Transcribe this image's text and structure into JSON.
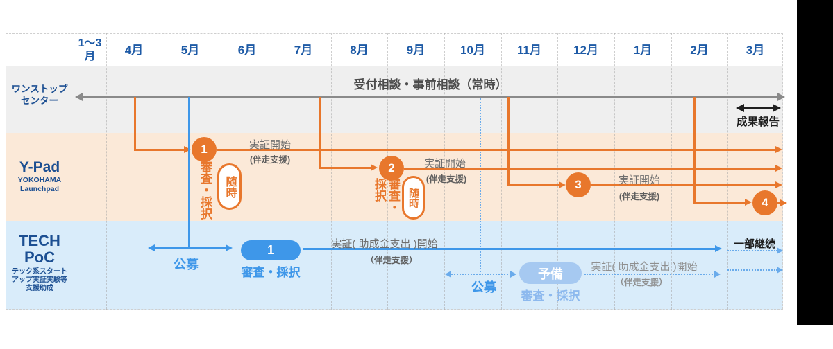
{
  "colors": {
    "accent_orange": "#e8772c",
    "accent_blue": "#3e97e9",
    "light_blue_pill": "#a6c9f1",
    "dotted_blue": "#6aabeb",
    "header_text": "#1d5aa6",
    "onestop_row_bg": "#efefef",
    "ypad_row_bg": "#fbe9d8",
    "tech_row_bg": "#d9ecfa",
    "gray_arrow": "#8a8a8a",
    "black": "#1f1f1f"
  },
  "header": {
    "months": [
      "1〜3月",
      "4月",
      "5月",
      "6月",
      "7月",
      "8月",
      "9月",
      "10月",
      "11月",
      "12月",
      "1月",
      "2月",
      "3月"
    ]
  },
  "onestop": {
    "label1": "ワンストップ",
    "label2": "センター",
    "consult": "受付相談・事前相談（常時）",
    "report": "成果報告"
  },
  "ypad": {
    "name": "Y-Pad",
    "sub1": "YOKOHAMA",
    "sub2": "Launchpad",
    "num1": "1",
    "num2": "2",
    "num3": "3",
    "num4": "4",
    "exam": "審査・採択",
    "anytime": "随時",
    "start": "実証開始",
    "support": "(伴走支援)"
  },
  "tech": {
    "name1": "TECH",
    "name2": "PoC",
    "sub1": "テック系スタート",
    "sub2": "アップ実証実験等",
    "sub3": "支援助成",
    "kobo": "公募",
    "num1": "1",
    "exam": "審査・採択",
    "start": "実証( 助成金支出 )開始",
    "support": "（伴走支援）",
    "yobi": "予備",
    "partial": "一部継続"
  }
}
